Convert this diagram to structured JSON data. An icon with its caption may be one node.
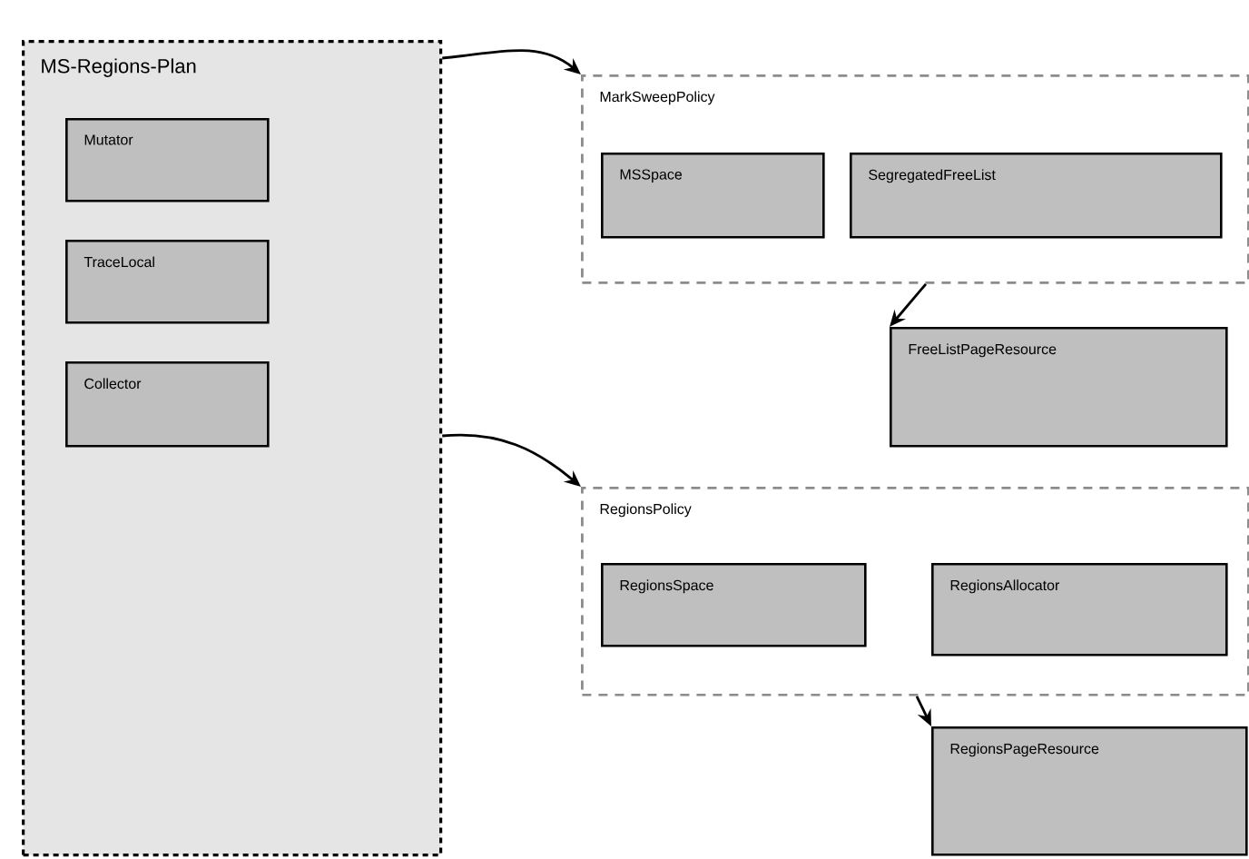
{
  "diagram": {
    "nodes": [
      {
        "text": [
          "MS-Regions-Plan"
        ]
      },
      {
        "text": [
          "Mutator"
        ],
        "in": 0
      },
      {
        "text": [
          "TraceLocal"
        ],
        "in": 0
      },
      {
        "text": [
          "Collector"
        ],
        "in": 0
      },
      {
        "text": [
          "MarkSweepPolicy"
        ]
      },
      {
        "text": [
          "MSSpace"
        ],
        "in": 4
      },
      {
        "text": [
          "SegregatedFreeList"
        ],
        "in": 4
      },
      {
        "text": [
          "FreeListPageResource"
        ]
      },
      {
        "text": [
          "RegionsPolicy"
        ]
      },
      {
        "text": [
          "RegionsSpace"
        ],
        "in": 8
      },
      {
        "text": [
          "RegionsAllocator"
        ],
        "in": 8
      },
      {
        "text": [
          "RegionsPageResource"
        ]
      }
    ],
    "edges": [
      {
        "from": 0,
        "to": 4,
        "arrow": "to"
      },
      {
        "from": 0,
        "to": 8,
        "arrow": "to"
      },
      {
        "from": 4,
        "to": 7,
        "arrow": "to"
      },
      {
        "from": 8,
        "to": 11,
        "arrow": "to"
      }
    ]
  }
}
